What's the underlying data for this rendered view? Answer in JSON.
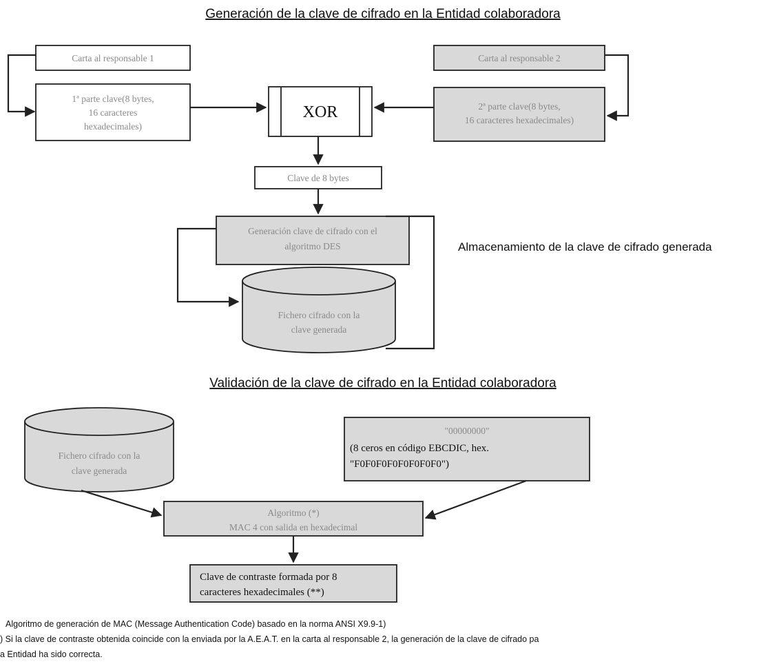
{
  "titles": {
    "generation": "Generación de la clave de cifrado en la Entidad colaboradora",
    "validation": "Validación de la clave de cifrado en la Entidad colaboradora",
    "storage": "Almacenamiento de la clave de cifrado generada"
  },
  "nodes": {
    "carta1": "Carta al responsable 1",
    "carta2": "Carta al responsable 2",
    "part1": [
      "1ª parte clave(8 bytes,",
      "16 caracteres",
      "hexadecimales)"
    ],
    "part2": [
      "2ª parte clave(8 bytes,",
      "16 caracteres hexadecimales)"
    ],
    "xor": "XOR",
    "clave8": "Clave de 8 bytes",
    "des": [
      "Generación clave de cifrado con el",
      "algoritmo DES"
    ],
    "fichero_gen": [
      "Fichero cifrado con la",
      "clave generada"
    ],
    "fichero_val": [
      "Fichero cifrado con la",
      "clave generada"
    ],
    "zeros": [
      "\"00000000\"",
      "(8    ceros    en    código    EBCDIC,    hex.",
      "\"F0F0F0F0F0F0F0F0\")"
    ],
    "mac": [
      "Algoritmo (*)",
      "MAC 4 con salida en hexadecimal"
    ],
    "contraste": [
      "Clave de contraste formada por 8",
      "caracteres hexadecimales (**)"
    ]
  },
  "footnotes": [
    "Algoritmo de generación de MAC (Message Authentication Code) basado en la norma ANSI X9.9-1)",
    ") Si la clave de contraste obtenida coincide con la enviada por la A.E.A.T. en la carta al responsable 2, la generación de la clave de cifrado pa",
    "a Entidad ha sido correcta."
  ]
}
